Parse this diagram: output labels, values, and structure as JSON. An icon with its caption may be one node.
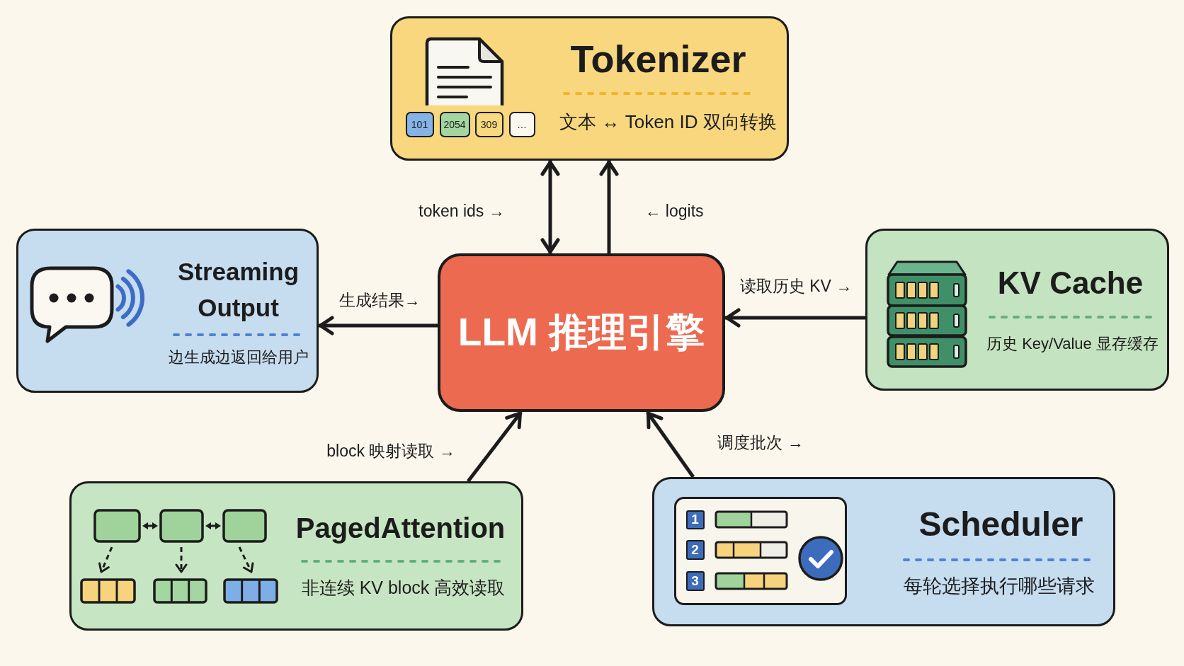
{
  "diagram": {
    "nodes": [
      {
        "text": [
          "Tokenizer",
          "文本 ↔ Token ID 双向转换"
        ]
      },
      {
        "text": [
          "101"
        ],
        "in": 0
      },
      {
        "text": [
          "2054"
        ],
        "in": 0
      },
      {
        "text": [
          "309"
        ],
        "in": 0
      },
      {
        "text": [
          "…"
        ],
        "in": 0
      },
      {
        "text": [
          "Streaming Output",
          "边生成边返回给用户"
        ]
      },
      {
        "text": [
          "LLM 推理引擎"
        ]
      },
      {
        "text": [
          "KV Cache",
          "历史 Key/Value 显存缓存"
        ]
      },
      {
        "text": [
          "PagedAttention",
          "非连续 KV block 高效读取"
        ]
      },
      {
        "text": [
          "Scheduler",
          "每轮选择执行哪些请求"
        ]
      },
      {
        "text": [
          "1"
        ],
        "in": 9
      },
      {
        "text": [
          "2"
        ],
        "in": 9
      },
      {
        "text": [
          "3"
        ],
        "in": 9
      }
    ],
    "edges": [
      {
        "from": 6,
        "to": 0,
        "arrow": "both",
        "label": "token ids →"
      },
      {
        "from": 6,
        "to": 0,
        "arrow": "to",
        "label": "← logits"
      },
      {
        "from": 6,
        "to": 5,
        "arrow": "to",
        "label": "生成结果→"
      },
      {
        "from": 7,
        "to": 6,
        "arrow": "to",
        "label": "读取历史 KV →"
      },
      {
        "from": 8,
        "to": 6,
        "arrow": "to",
        "label": "block 映射读取 →"
      },
      {
        "from": 9,
        "to": 6,
        "arrow": "to",
        "label": "调度批次 →"
      }
    ]
  }
}
